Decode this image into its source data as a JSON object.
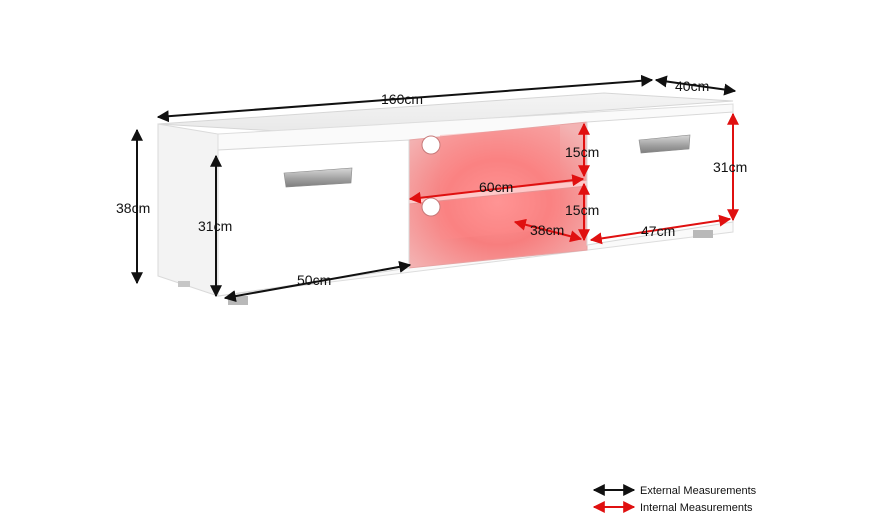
{
  "dimensions": {
    "width": "160cm",
    "depth": "40cm",
    "height": "38cm",
    "door_left_height": "31cm",
    "door_left_width": "50cm",
    "shelf_width": "60cm",
    "shelf_upper_height": "15cm",
    "shelf_lower_height": "15cm",
    "shelf_depth": "38cm",
    "door_right_height": "31cm",
    "door_right_width": "47cm"
  },
  "legend": {
    "external": "External Measurements",
    "internal": "Internal Measurements"
  },
  "colors": {
    "external_arrow": "#111111",
    "internal_arrow": "#e01010",
    "led_glow": "#ff6b6b"
  }
}
